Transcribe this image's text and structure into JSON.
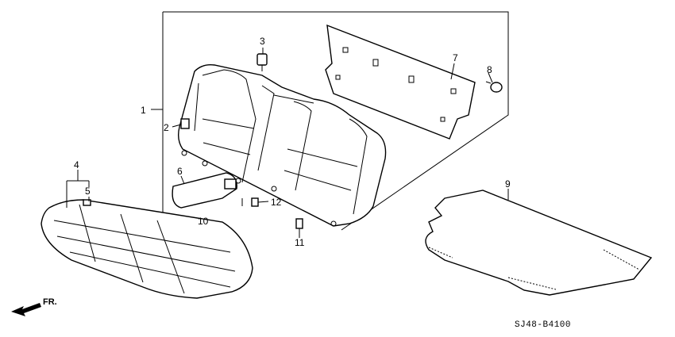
{
  "callouts": {
    "c1": "1",
    "c2": "2",
    "c3": "3",
    "c4": "4",
    "c5": "5",
    "c6": "6",
    "c7": "7",
    "c8": "8",
    "c9": "9",
    "c10": "10",
    "c11": "11",
    "c12": "12"
  },
  "direction_label": "FR.",
  "reference_code": "SJ48-B4100"
}
